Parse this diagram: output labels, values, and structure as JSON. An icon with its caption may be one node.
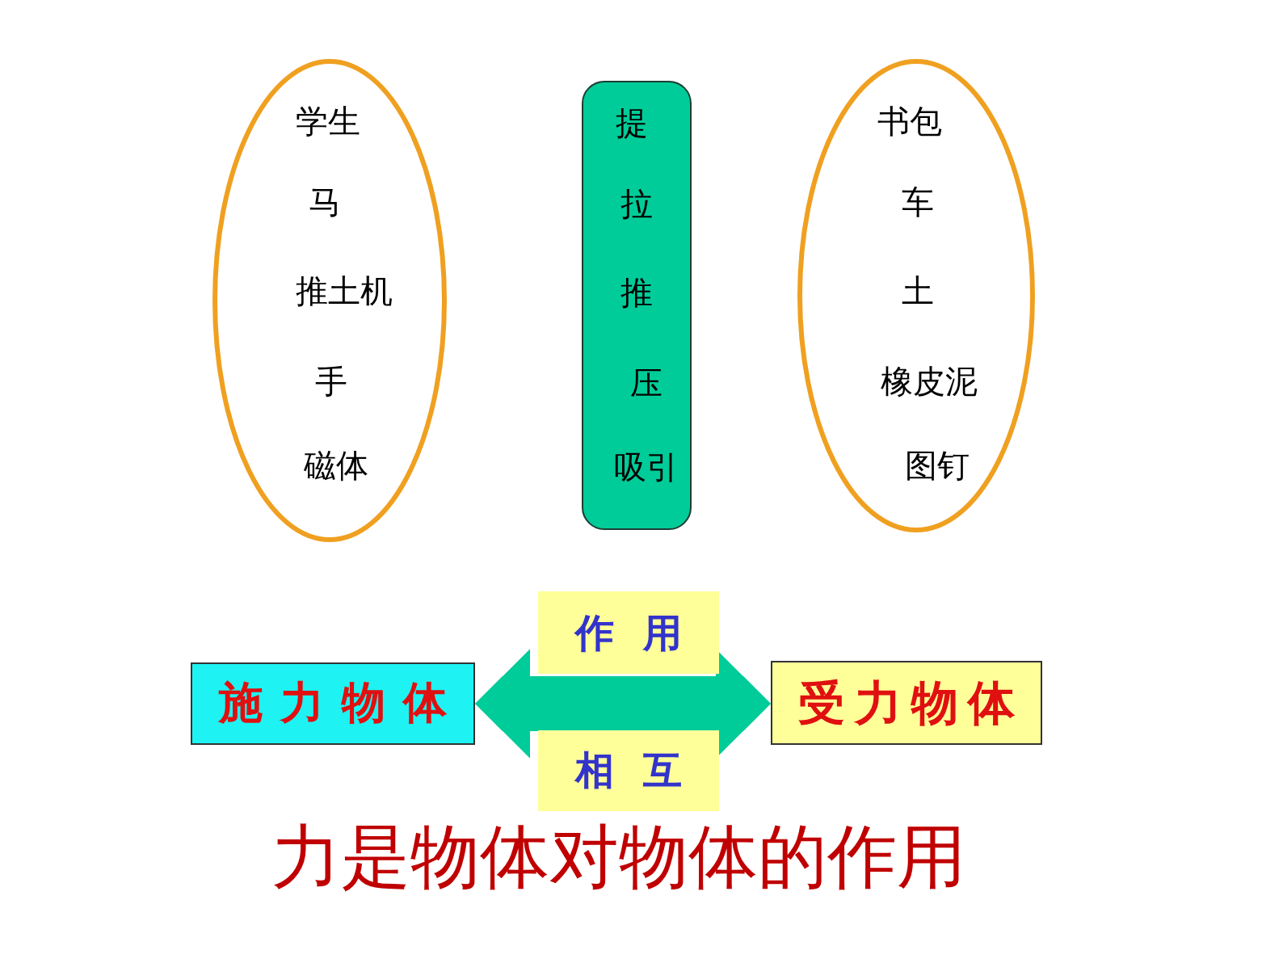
{
  "diagram": {
    "caption": "力是物体对物体的作用",
    "nodes": [
      {
        "text": [
          "学生",
          "马",
          "推土机",
          "手",
          "磁体"
        ]
      },
      {
        "text": [
          "提",
          "拉",
          "推",
          "压",
          "吸引"
        ]
      },
      {
        "text": [
          "书包",
          "车",
          "土",
          "橡皮泥",
          "图钉"
        ]
      },
      {
        "text": [
          "作用"
        ]
      },
      {
        "text": [
          "施力物体"
        ]
      },
      {
        "text": [
          "受力物体"
        ]
      },
      {
        "text": [
          "相互"
        ]
      }
    ],
    "edges": [
      {
        "from": 4,
        "to": 5,
        "arrow": "both",
        "color": "#00cc99"
      }
    ]
  }
}
